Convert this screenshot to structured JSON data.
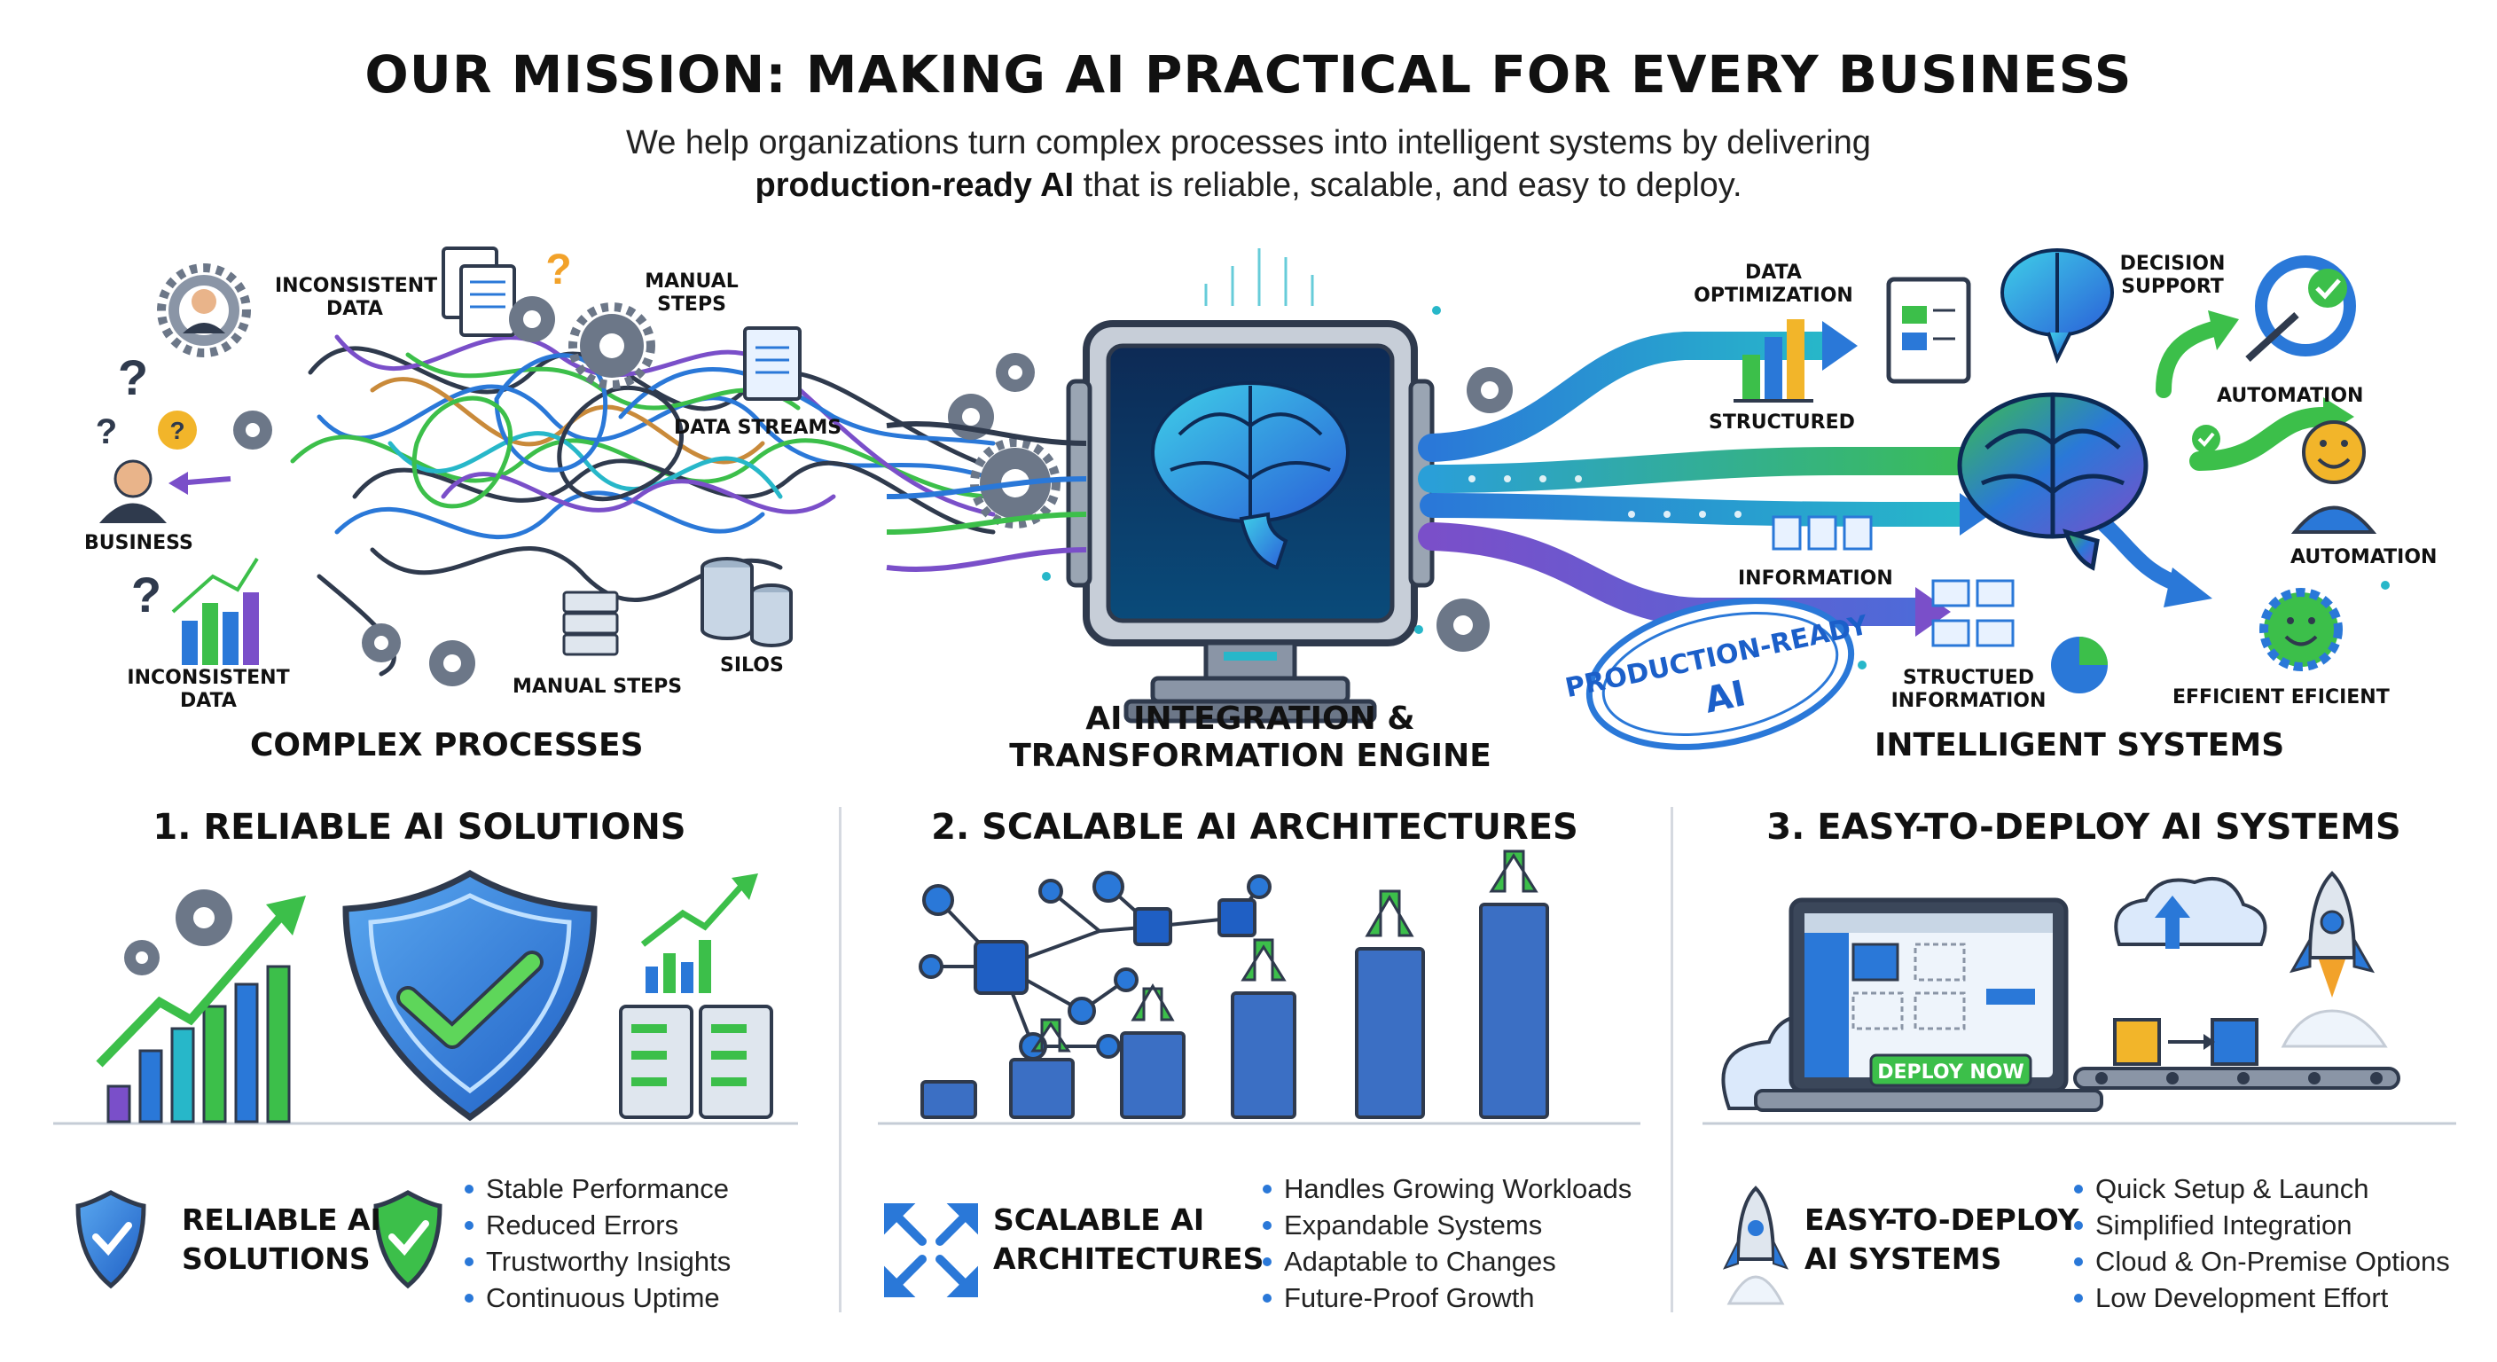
{
  "header": {
    "title": "OUR MISSION: MAKING AI PRACTICAL FOR EVERY BUSINESS",
    "subtitle_line1": "We help organizations turn complex processes into intelligent systems by delivering",
    "subtitle_bold": "production-ready AI",
    "subtitle_line2_rest": " that is reliable, scalable, and easy to deploy."
  },
  "flow": {
    "left": {
      "caption": "COMPLEX PROCESSES",
      "labels": {
        "inconsistent_data_top": "INCONSISTENT\nDATA",
        "manual_steps_top": "MANUAL\nSTEPS",
        "data_streams": "DATA STREAMS",
        "business": "BUSINESS",
        "inconsistent_data_bottom": "INCONSISTENT\nDATA",
        "manual_steps_bottom": "MANUAL STEPS",
        "silos": "SILOS"
      }
    },
    "center": {
      "caption_line1": "AI INTEGRATION &",
      "caption_line2": "TRANSFORMATION ENGINE"
    },
    "right": {
      "caption": "INTELLIGENT SYSTEMS",
      "labels": {
        "data_optimization": "DATA\nOPTIMIZATION",
        "decision_support": "DECISION\nSUPPORT",
        "automation_top": "AUTOMATION",
        "structured": "STRUCTURED",
        "automation_mid": "AUTOMATION",
        "information": "INFORMATION",
        "structured_information": "STRUCTUED\nINFORMATION",
        "efficient": "EFFICIENT EFICIENT",
        "stamp_line1": "PRODUCTION-READY",
        "stamp_line2": "AI"
      }
    }
  },
  "sections": [
    {
      "heading": "1. RELIABLE AI SOLUTIONS",
      "card_line1": "RELIABLE AI",
      "card_line2": "SOLUTIONS",
      "bullets": [
        "Stable Performance",
        "Reduced Errors",
        "Trustworthy Insights",
        "Continuous Uptime"
      ]
    },
    {
      "heading": "2. SCALABLE AI ARCHITECTURES",
      "card_line1": "SCALABLE AI",
      "card_line2": "ARCHITECTURES",
      "bullets": [
        "Handles Growing Workloads",
        "Expandable Systems",
        "Adaptable to Changes",
        "Future-Proof Growth"
      ]
    },
    {
      "heading": "3. EASY-TO-DEPLOY AI SYSTEMS",
      "card_line1": "EASY-TO-DEPLOY",
      "card_line2": "AI SYSTEMS",
      "bullets": [
        "Quick Setup & Launch",
        "Simplified Integration",
        "Cloud & On-Premise Options",
        "Low Development Effort"
      ],
      "deploy_button": "DEPLOY NOW"
    }
  ],
  "colors": {
    "blue": "#2a78d8",
    "green": "#3cbf4a",
    "purple": "#7a4fc9",
    "teal": "#27b7c9",
    "dark": "#2f3a4d"
  }
}
